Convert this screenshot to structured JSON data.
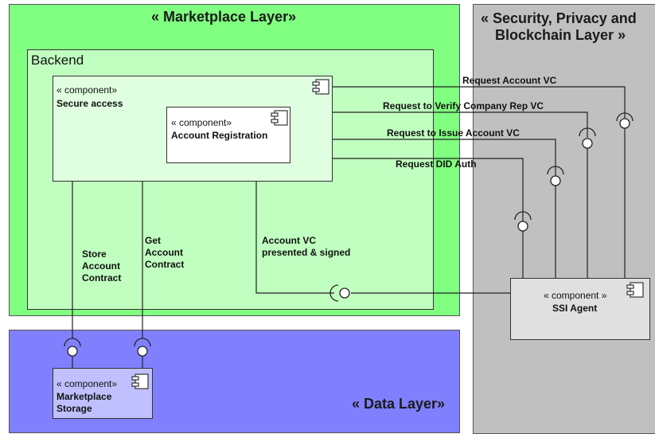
{
  "layers": {
    "marketplace": {
      "title": "« Marketplace Layer»",
      "color": "#80ff80"
    },
    "security": {
      "title_line1": "« Security, Privacy and",
      "title_line2": "Blockchain Layer »",
      "color": "#c0c0c0"
    },
    "data": {
      "title": "« Data Layer»",
      "color": "#8080ff"
    }
  },
  "backend": {
    "title": "Backend"
  },
  "components": {
    "secure_access": {
      "stereotype": "« component»",
      "name": "Secure access"
    },
    "account_registration": {
      "stereotype": "« component»",
      "name": "Account Registration"
    },
    "ssi_agent": {
      "stereotype": "« component »",
      "name": "SSI Agent"
    },
    "marketplace_storage": {
      "stereotype": "« component»",
      "name_line1": "Marketplace",
      "name_line2": "Storage"
    }
  },
  "connections": {
    "request_account_vc": "Request Account VC",
    "request_verify_company_rep_vc": "Request to Verify Company Rep VC",
    "request_issue_account_vc": "Request to Issue Account VC",
    "request_did_auth": "Request DID Auth",
    "account_vc_presented": {
      "line1": "Account VC",
      "line2": "presented & signed"
    },
    "store_account_contract": {
      "line1": "Store",
      "line2": "Account",
      "line3": "Contract"
    },
    "get_account_contract": {
      "line1": "Get",
      "line2": "Account",
      "line3": "Contract"
    }
  }
}
